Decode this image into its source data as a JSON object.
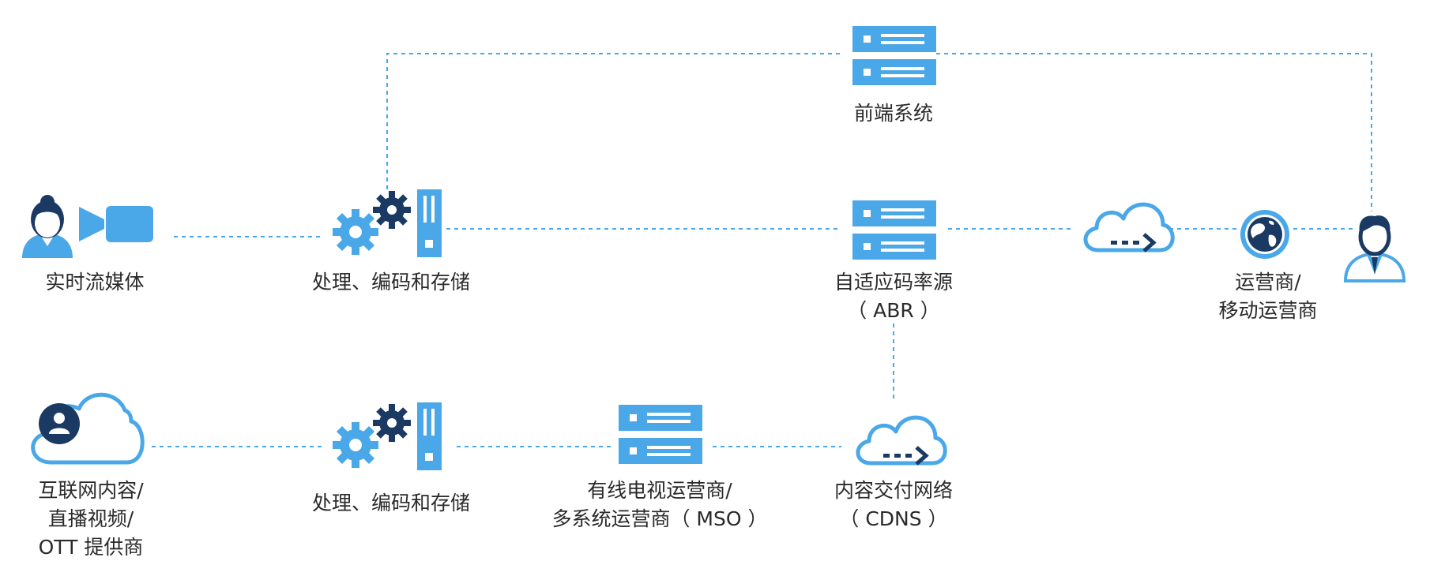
{
  "diagram": {
    "accent_color": "#4aa8e8",
    "dark_color": "#1b3a63",
    "nodes": {
      "frontend": {
        "icon": "server-icon",
        "lines": [
          "前端系统"
        ]
      },
      "live": {
        "icon": "person-camera-icon",
        "lines": [
          "实时流媒体"
        ]
      },
      "process_top": {
        "icon": "gears-storage-icon",
        "lines": [
          "处理、编码和存储"
        ]
      },
      "abr": {
        "icon": "server-icon",
        "lines": [
          "自适应码率源",
          "（ ABR ）"
        ]
      },
      "cloud_top": {
        "icon": "cloud-arrow-icon",
        "lines": []
      },
      "operator": {
        "icon": "globe-icon",
        "lines": [
          "运营商/",
          "移动运营商"
        ]
      },
      "user": {
        "icon": "user-icon",
        "lines": []
      },
      "internet": {
        "icon": "cloud-person-icon",
        "lines": [
          "互联网内容/",
          "直播视频/",
          "OTT 提供商"
        ]
      },
      "process_bottom": {
        "icon": "gears-storage-icon",
        "lines": [
          "处理、编码和存储"
        ]
      },
      "mso": {
        "icon": "server-icon",
        "lines": [
          "有线电视运营商/",
          "多系统运营商（ MSO ）"
        ]
      },
      "cdn": {
        "icon": "cloud-arrow-icon",
        "lines": [
          "内容交付网络",
          "（ CDNS ）"
        ]
      }
    }
  }
}
